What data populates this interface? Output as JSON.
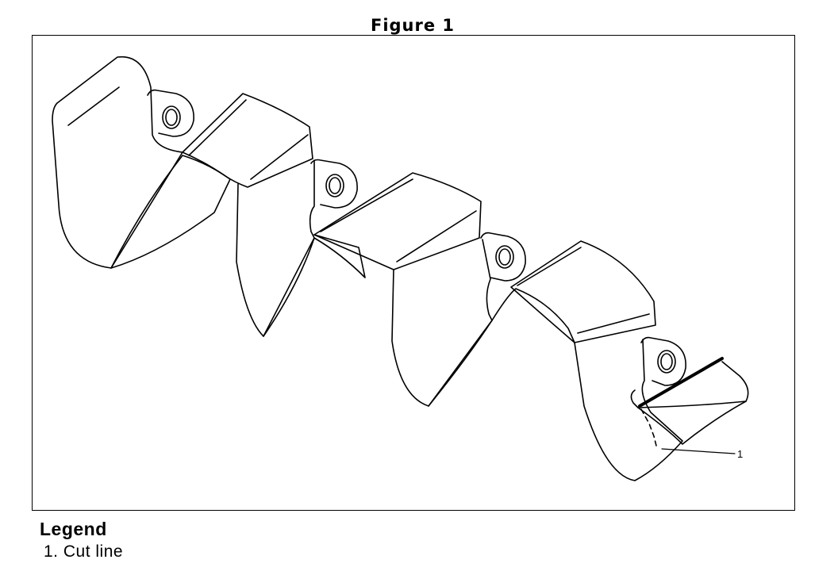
{
  "figure": {
    "title": "Figure 1"
  },
  "callouts": [
    {
      "number": "1"
    }
  ],
  "legend": {
    "title": "Legend",
    "items": [
      {
        "label": "1. Cut line"
      }
    ]
  },
  "colors": {
    "line": "#000000",
    "background": "#ffffff"
  }
}
